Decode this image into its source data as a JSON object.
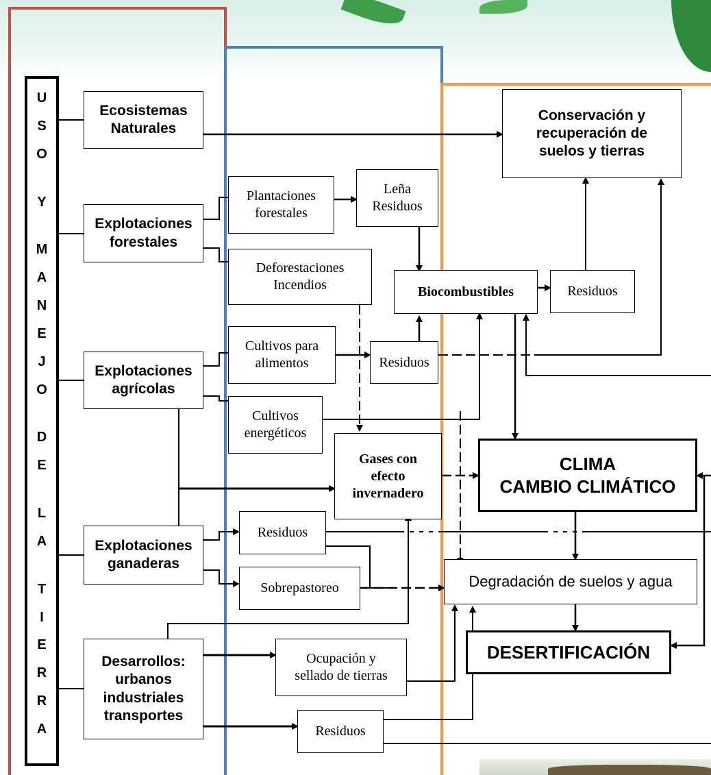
{
  "vertical_title": [
    "U",
    "S",
    "O",
    "",
    "Y",
    "",
    "M",
    "A",
    "N",
    "E",
    "J",
    "O",
    "",
    "D",
    "E",
    "",
    "L",
    "A",
    "",
    "T",
    "I",
    "E",
    "R",
    "R",
    "A"
  ],
  "boxes": {
    "ecosistemas": "Ecosistemas\nNaturales",
    "forestales": "Explotaciones\nforestales",
    "agricolas": "Explotaciones\nagrícolas",
    "ganaderas": "Explotaciones\nganaderas",
    "desarrollos": "Desarrollos:\nurbanos\nindustriales\ntransportes",
    "plantaciones": "Plantaciones\nforestales",
    "lena": "Leña\nResiduos",
    "deforestaciones": "Deforestaciones\nIncendios",
    "cultivos_alimentos": "Cultivos para\nalimentos",
    "residuos_agricolas": "Residuos",
    "cultivos_energeticos": "Cultivos\nenergéticos",
    "biocombustibles": "Biocombustibles",
    "residuos_bio": "Residuos",
    "conservacion": "Conservación y\nrecuperación de\nsuelos y tierras",
    "gases": "Gases con\nefecto\ninvernadero",
    "clima": "CLIMA\nCAMBIO CLIMÁTICO",
    "residuos_ganaderos": "Residuos",
    "sobrepastoreo": "Sobrepastoreo",
    "degradacion": "Degradación de suelos y agua",
    "desertificacion": "DESERTIFICACIÓN",
    "ocupacion": "Ocupación y\nsellado de tierras",
    "residuos_desarrollo": "Residuos"
  },
  "colors": {
    "frame_red": "#c0504d",
    "frame_blue": "#4f81bd",
    "frame_orange": "#f79646",
    "line": "#000000"
  }
}
